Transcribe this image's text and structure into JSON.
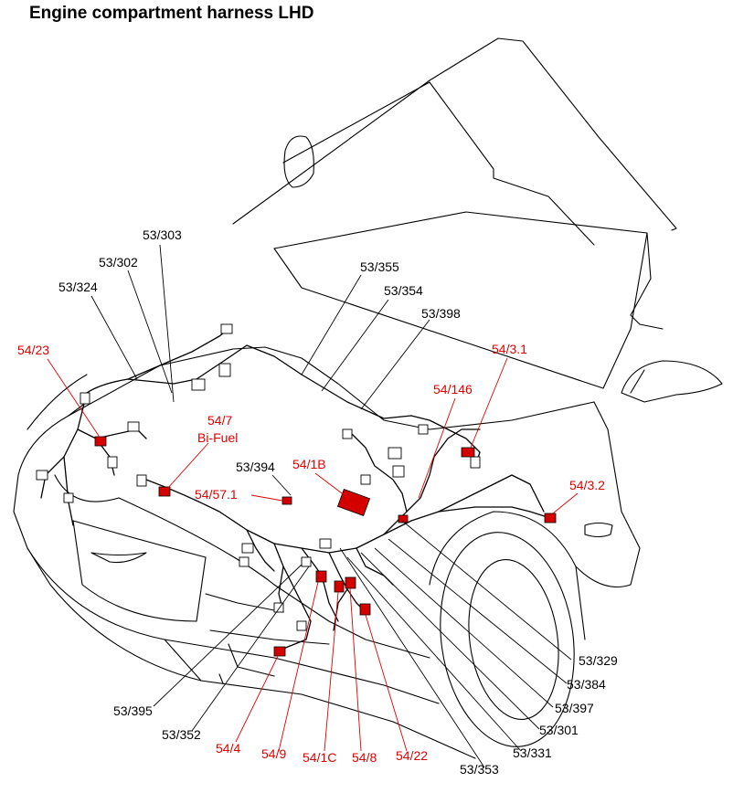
{
  "title": "Engine compartment harness LHD",
  "colors": {
    "callout_red": "#e00000",
    "connector_red": "#d40000",
    "callout_black": "#000000"
  },
  "callouts": {
    "c53_303": "53/303",
    "c53_302": "53/302",
    "c53_324": "53/324",
    "c54_23": "54/23",
    "c53_355": "53/355",
    "c53_354": "53/354",
    "c53_398": "53/398",
    "c54_3_1": "54/3.1",
    "c54_146": "54/146",
    "c54_7": "54/7",
    "c54_7_sub": "Bi-Fuel",
    "c53_394": "53/394",
    "c54_1b": "54/1B",
    "c54_57_1": "54/57.1",
    "c54_3_2": "54/3.2",
    "c53_329": "53/329",
    "c53_384": "53/384",
    "c53_397": "53/397",
    "c53_301": "53/301",
    "c53_331": "53/331",
    "c53_353": "53/353",
    "c53_395": "53/395",
    "c53_352": "53/352",
    "c54_4": "54/4",
    "c54_9": "54/9",
    "c54_1c": "54/1C",
    "c54_8": "54/8",
    "c54_22": "54/22"
  }
}
